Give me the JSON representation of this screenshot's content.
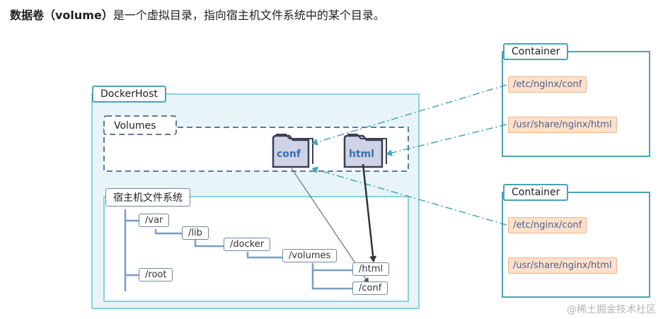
{
  "heading": {
    "bold_part": "数据卷（volume）",
    "rest": "是一个虚拟目录，指向宿主机文件系统中的某个目录。"
  },
  "docker_host": {
    "label": "DockerHost",
    "volumes_label": "Volumes",
    "folders": [
      "conf",
      "html"
    ],
    "fs_label": "宿主机文件系统",
    "tree": {
      "var": "/var",
      "lib": "/lib",
      "docker": "/docker",
      "volumes": "/volumes",
      "html": "/html",
      "conf": "/conf",
      "root": "/root"
    }
  },
  "containers": [
    {
      "label": "Container",
      "paths": [
        "/etc/nginx/conf",
        "/usr/share/nginx/html"
      ]
    },
    {
      "label": "Container",
      "paths": [
        "/etc/nginx/conf",
        "/usr/share/nginx/html"
      ]
    }
  ],
  "watermark": "@稀土掘金技术社区",
  "colors": {
    "host_border": "#8ad0e0",
    "host_fill": "#e8f4f8",
    "container_border": "#4aa3b8",
    "path_fill": "#fde1cd",
    "path_border": "#f2b48a",
    "dashed": "#5a7aa5",
    "tree_line": "#7a9cc8",
    "arrow_teal": "#4aa3b8"
  }
}
